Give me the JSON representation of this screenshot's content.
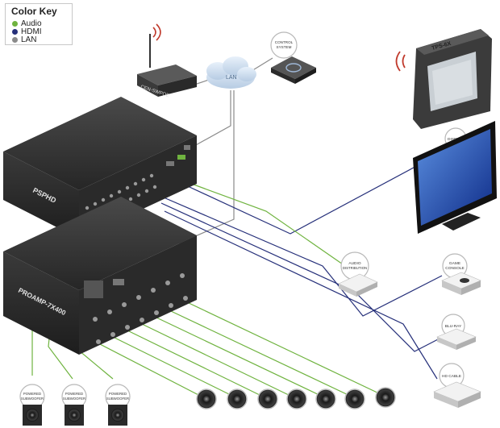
{
  "color_key": {
    "title": "Color Key",
    "entries": [
      {
        "label": "Audio",
        "color": "#6fb33f"
      },
      {
        "label": "HDMI",
        "color": "#26307a"
      },
      {
        "label": "LAN",
        "color": "#8a8a8a"
      }
    ]
  },
  "devices": {
    "router_label": "CEN-SWPOE",
    "lan_label": "LAN",
    "control_system_label": [
      "CONTROL",
      "SYSTEM"
    ],
    "touchpanel_label": "TPS-6X",
    "display_label": "DISPLAY",
    "psphd_label": "PSPHD",
    "proamp_label": "PROAMP-7X400",
    "audio_distribution_label": [
      "AUDIO",
      "DISTRIBUTION"
    ],
    "game_console_label": [
      "GAME",
      "CONSOLE"
    ],
    "bluray_label": "BLU-RAY",
    "hdcable_label": "HD CABLE",
    "subwoofer_label": [
      "POWERED",
      "SUBWOOFER"
    ]
  },
  "counts": {
    "subwoofers": 3,
    "speakers": 7
  },
  "colors": {
    "audio": "#6fb33f",
    "hdmi": "#26307a",
    "lan": "#8a8a8a",
    "device_dark": "#2e2e2e",
    "wireless": "#c0392b"
  }
}
